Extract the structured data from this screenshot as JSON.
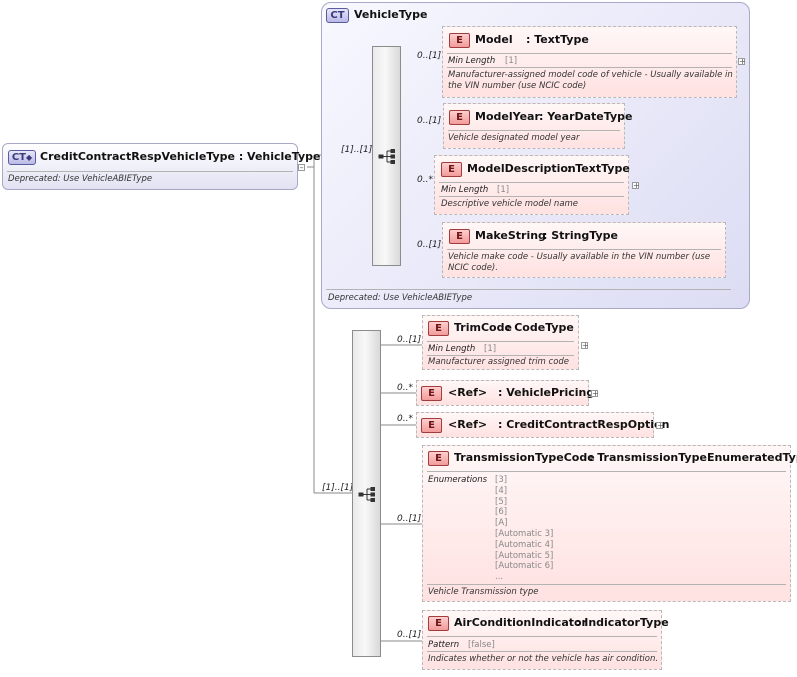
{
  "root": {
    "tag": "CT",
    "title": "CreditContractRespVehicleType : VehicleType",
    "doc": "Deprecated: Use VehicleABIEType"
  },
  "vehicle_type": {
    "tag": "CT",
    "title": "VehicleType",
    "doc": "Deprecated: Use VehicleABIEType",
    "seq_card": "[1]..[1]",
    "elements": [
      {
        "tag": "E",
        "name": "Model",
        "type": ": TextType",
        "card": "0..[1]",
        "facet_label": "Min Length",
        "facet_value": "[1]",
        "doc": "Manufacturer-assigned model code of vehicle - Usually available in the VIN number (use NCIC code)"
      },
      {
        "tag": "E",
        "name": "ModelYear",
        "type": ": YearDateType",
        "card": "0..[1]",
        "doc": "Vehicle designated model year"
      },
      {
        "tag": "E",
        "name": "ModelDescription",
        "type": ": TextType",
        "card": "0..*",
        "facet_label": "Min Length",
        "facet_value": "[1]",
        "doc": "Descriptive vehicle model name"
      },
      {
        "tag": "E",
        "name": "MakeString",
        "type": ": StringType",
        "card": "0..[1]",
        "doc": "Vehicle make code - Usually available in the VIN number (use NCIC code)."
      }
    ]
  },
  "extension": {
    "seq_card": "[1]..[1]",
    "elements": [
      {
        "tag": "E",
        "name": "TrimCode",
        "type": ": CodeType",
        "card": "0..[1]",
        "facet_label": "Min Length",
        "facet_value": "[1]",
        "doc": "Manufacturer assigned trim code"
      },
      {
        "tag": "E",
        "name": "<Ref>",
        "type": ": VehiclePricing",
        "card": "0..*"
      },
      {
        "tag": "E",
        "name": "<Ref>",
        "type": ": CreditContractRespOption",
        "card": "0..*"
      },
      {
        "tag": "E",
        "name": "TransmissionTypeCode",
        "type": ": TransmissionTypeEnumeratedType",
        "card": "0..[1]",
        "facet_label": "Enumerations",
        "enums": [
          "[3]",
          "[4]",
          "[5]",
          "[6]",
          "[A]",
          "[Automatic 3]",
          "[Automatic 4]",
          "[Automatic 5]",
          "[Automatic 6]",
          "..."
        ],
        "doc": "Vehicle Transmission type"
      },
      {
        "tag": "E",
        "name": "AirConditionIndicator",
        "type": ": IndicatorType",
        "card": "0..[1]",
        "facet_label": "Pattern",
        "facet_value": "[false]",
        "doc": "Indicates whether or not the vehicle has air condition."
      }
    ]
  },
  "icons": {
    "complex_type": "complex-type-icon",
    "element": "element-icon",
    "sequence": "sequence-icon",
    "expand": "expand-plus-icon",
    "collapse": "collapse-minus-icon"
  }
}
